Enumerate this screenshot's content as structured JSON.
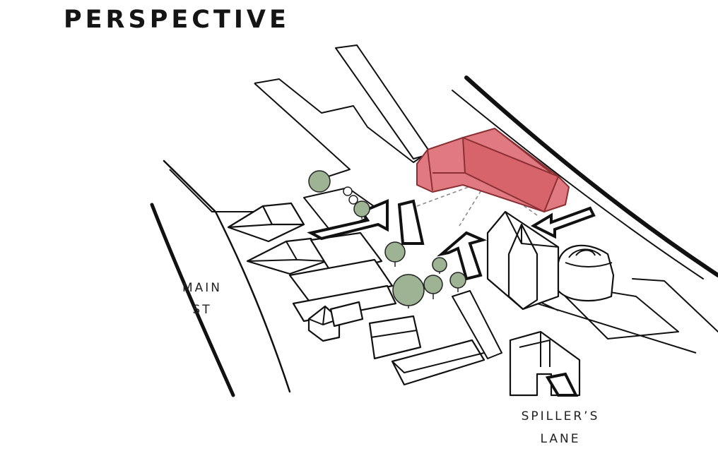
{
  "title": "PERSPECTIVE",
  "labels": {
    "main_st_line1": "MAIN",
    "main_st_line2": "ST",
    "spillers_line1": "SPILLER’S",
    "spillers_line2": "LANE"
  },
  "colors": {
    "highlight_building": "#e07a80",
    "trees": "#9db394",
    "lines": "#111111",
    "paths": "#8a8a8a"
  }
}
